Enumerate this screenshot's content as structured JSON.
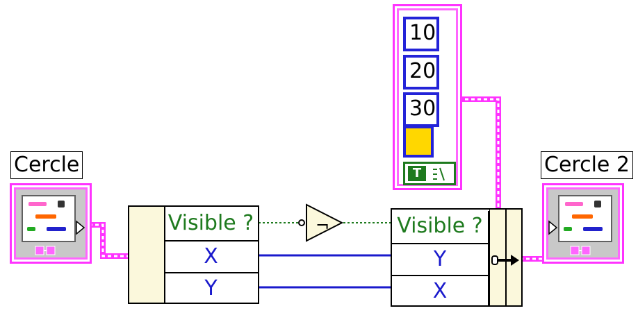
{
  "nodes": {
    "input_class": {
      "label": "Cercle"
    },
    "output_class": {
      "label": "Cercle 2"
    },
    "unbundle": {
      "rows": [
        "Visible ?",
        "X",
        "Y"
      ]
    },
    "bundle": {
      "rows": [
        "Visible ?",
        "Y",
        "X"
      ]
    },
    "not_gate": {
      "symbol": "¬"
    },
    "cluster_constant": {
      "values": [
        "10",
        "20",
        "30"
      ],
      "bool_color": "#ffd700",
      "bool_text_label": "T"
    }
  },
  "colors": {
    "class_wire": "#ff33ff",
    "numeric_wire": "#1a1acc",
    "bool_wire": "#1e7a1e",
    "node_head": "#fbf8dc"
  }
}
